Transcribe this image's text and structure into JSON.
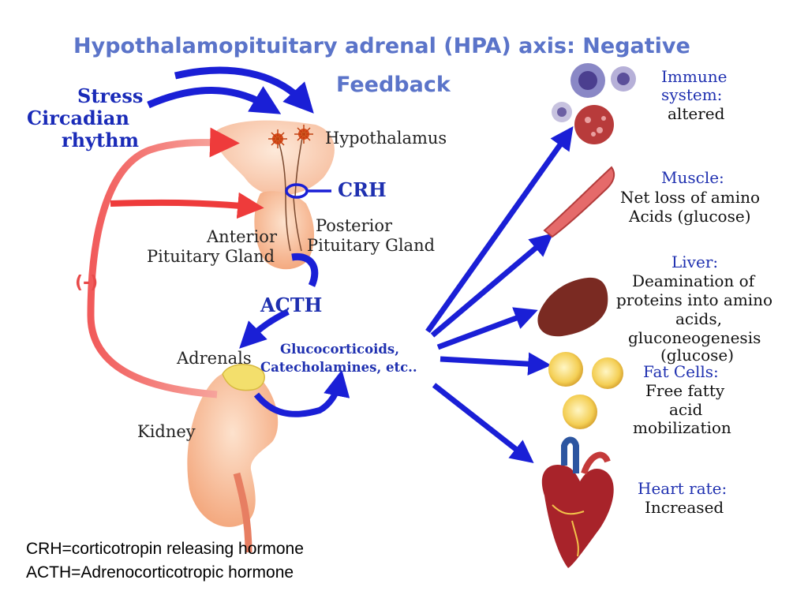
{
  "title": {
    "line1": "Hypothalamopituitary adrenal  (HPA) axis: Negative",
    "line2": "Feedback"
  },
  "inputs": {
    "line1": "Stress",
    "line2": "Circadian",
    "line3": "rhythm"
  },
  "labels": {
    "hypothalamus": "Hypothalamus",
    "crh": "CRH",
    "anterior_line1": "Anterior",
    "anterior_line2": "Pituitary Gland",
    "posterior_line1": "Posterior",
    "posterior_line2": "Pituitary Gland",
    "feedback": "(-)",
    "acth": "ACTH",
    "adrenals": "Adrenals",
    "secretion_line1": "Glucocorticoids,",
    "secretion_line2": "Catecholamines, etc..",
    "kidney": "Kidney"
  },
  "effects": {
    "immune": {
      "title_line1": "Immune",
      "title_line2": "system:",
      "body": "altered"
    },
    "muscle": {
      "title": "Muscle:",
      "body_line1": "Net loss of amino",
      "body_line2": "Acids (glucose)"
    },
    "liver": {
      "title": "Liver:",
      "body_line1": "Deamination of",
      "body_line2": "proteins into amino",
      "body_line3": "acids,",
      "body_line4": "gluconeogenesis",
      "body_line5": "(glucose)"
    },
    "fat": {
      "title": "Fat Cells:",
      "body_line1": "Free fatty",
      "body_line2": "acid",
      "body_line3": "mobilization"
    },
    "heart": {
      "title": "Heart rate:",
      "body": "Increased"
    }
  },
  "legend": {
    "line1": "CRH=corticotropin releasing hormone",
    "line2": "ACTH=Adrenocorticotropic hormone"
  },
  "colors": {
    "blue_arrow": "#1a1fd6",
    "red_arrow": "#ee3b3b",
    "title": "#5b74c9",
    "label_blue": "#1f30b0",
    "organ_peach": "#f6b98f"
  }
}
